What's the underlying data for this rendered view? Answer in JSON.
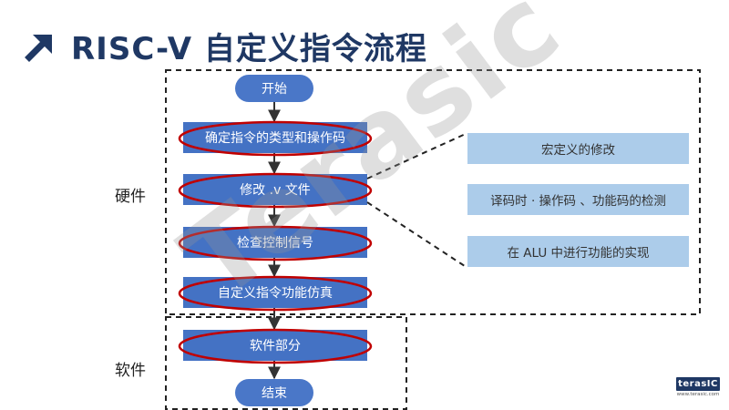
{
  "title": "RISC-V 自定义指令流程",
  "sections": {
    "hardware": "硬件",
    "software": "软件"
  },
  "flow": {
    "start": "开始",
    "step1": "确定指令的类型和操作码",
    "step2": "修改 .v 文件",
    "step3": "检查控制信号",
    "step4": "自定义指令功能仿真",
    "step5": "软件部分",
    "end": "结束"
  },
  "details": [
    "宏定义的修改",
    "译码时 · 操作码 、功能码的检测",
    "在 ALU 中进行功能的实现"
  ],
  "watermark": "Terasic",
  "logo": {
    "brand": "terasIC",
    "url": "www.terasic.com"
  },
  "colors": {
    "title": "#1f3864",
    "box": "#4472c4",
    "terminal": "#4a77c8",
    "highlight_oval": "#c00000",
    "detail_box": "#9dc3e6"
  }
}
